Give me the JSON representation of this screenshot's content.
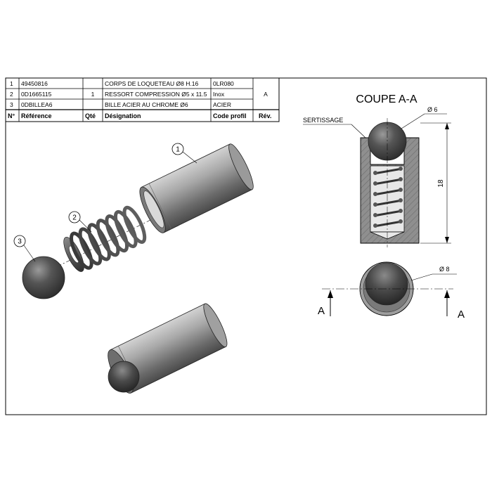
{
  "bom": {
    "headers": {
      "no": "N°",
      "ref": "Référence",
      "qty": "Qté",
      "designation": "Désignation",
      "code": "Code profil",
      "rev": "Rév."
    },
    "rows": [
      {
        "no": "1",
        "ref": "49450816",
        "designation": "CORPS DE LOQUETEAU Ø8 H.16",
        "code": "0LR080"
      },
      {
        "no": "2",
        "ref": "0D1665115",
        "designation": "RESSORT COMPRESSION  Ø5 x 11.5",
        "code": "Inox"
      },
      {
        "no": "3",
        "ref": "0DBILLEA6",
        "designation": "BILLE ACIER AU CHROME Ø6",
        "code": "ACIER"
      }
    ],
    "qty": "1",
    "rev": "A"
  },
  "section": {
    "title": "COUPE A-A",
    "crimp_label": "SERTISSAGE",
    "ball_dia": "Ø 6",
    "height": "18",
    "body_dia": "Ø 8",
    "cut_left": "A",
    "cut_right": "A"
  },
  "balloons": [
    "1",
    "2",
    "3"
  ],
  "colors": {
    "metal_dark": "#5e5e5e",
    "metal_light": "#b4b4b4",
    "ball": "#444444",
    "section_fill": "#8c8c8c",
    "line": "#000000"
  }
}
